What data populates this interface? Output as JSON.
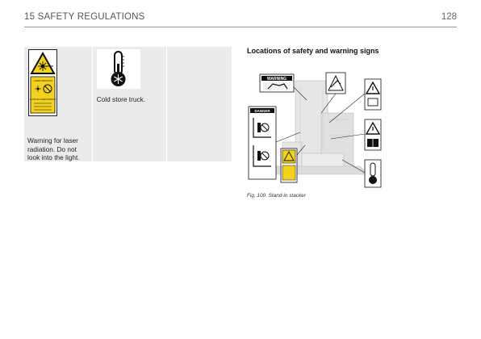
{
  "header": {
    "section_title": "15 SAFETY REGULATIONS",
    "page_number": "128"
  },
  "signs_table": [
    {
      "caption": "Warning for laser radiation. Do not look into the light.",
      "sign_texts": [
        "LASER RADIATION",
        "CLASS 2M LASER PRODUCT"
      ],
      "icon": "laser-warning-icon"
    },
    {
      "caption": "Cold store truck.",
      "icon": "cold-store-thermometer-icon"
    },
    {
      "caption": "",
      "icon": ""
    }
  ],
  "section": {
    "title": "Locations of safety and warning signs"
  },
  "figure": {
    "warning_label": "WARNING",
    "danger_label": "DANGER",
    "caption": "Fig. 100. Stand-in stacker"
  },
  "colors": {
    "table_bg": "#ebebeb",
    "rule": "#9a9a9a",
    "sign_yellow": "#f2d21c"
  }
}
